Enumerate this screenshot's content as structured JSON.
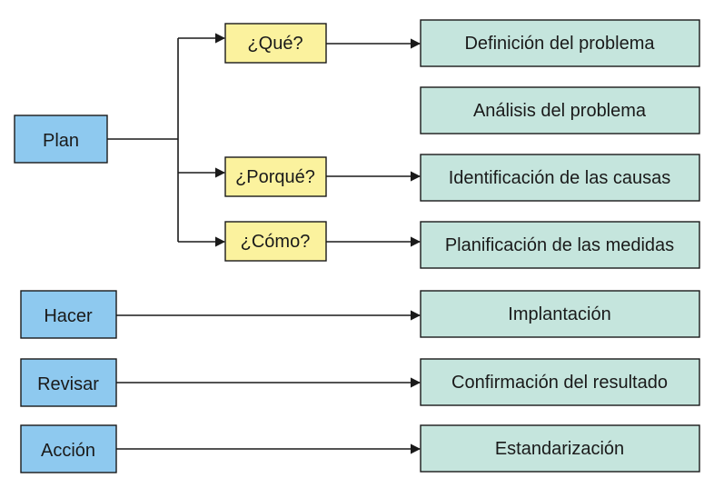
{
  "phases": {
    "plan": "Plan",
    "hacer": "Hacer",
    "revisar": "Revisar",
    "accion": "Acción"
  },
  "questions": {
    "que": "¿Qué?",
    "porque": "¿Porqué?",
    "como": "¿Cómo?"
  },
  "steps": {
    "definicion": "Definición del problema",
    "analisis": "Análisis del problema",
    "identificacion": "Identificación de las causas",
    "planificacion": "Planificación de las medidas",
    "implantacion": "Implantación",
    "confirmacion": "Confirmación del resultado",
    "estandarizacion": "Estandarización"
  },
  "colors": {
    "phase_fill": "#8ec9ef",
    "question_fill": "#fbf29e",
    "step_fill": "#c5e5dd",
    "stroke": "#1a1a1a"
  }
}
